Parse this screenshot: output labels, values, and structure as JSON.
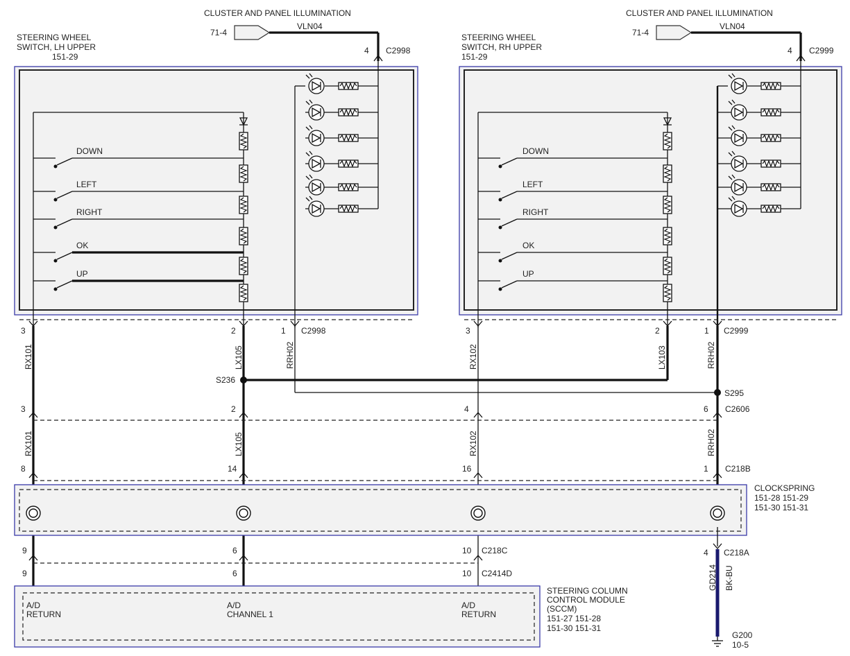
{
  "top_labels": {
    "lh_title": "CLUSTER AND PANEL ILLUMINATION",
    "rh_title": "CLUSTER AND PANEL ILLUMINATION",
    "lh_ref": "71-4",
    "rh_ref": "71-4",
    "lh_wire": "VLN04",
    "rh_wire": "VLN04",
    "lh_pin": "4",
    "rh_pin": "4",
    "lh_conn": "C2998",
    "rh_conn": "C2999"
  },
  "lh_switch": {
    "line1": "STEERING WHEEL",
    "line2": "SWITCH, LH UPPER",
    "ref": "151-29",
    "buttons": [
      "DOWN",
      "LEFT",
      "RIGHT",
      "OK",
      "UP"
    ]
  },
  "rh_switch": {
    "line1": "STEERING WHEEL",
    "line2": "SWITCH, RH UPPER",
    "ref": "151-29",
    "buttons": [
      "DOWN",
      "LEFT",
      "RIGHT",
      "OK",
      "UP"
    ]
  },
  "switch_pins": {
    "lh_3": "3",
    "lh_2": "2",
    "lh_1": "1",
    "lh_conn": "C2998",
    "rh_3": "3",
    "rh_2": "2",
    "rh_1": "1",
    "rh_conn": "C2999"
  },
  "wires_upper": {
    "rx101": "RX101",
    "lx105": "LX105",
    "rrh02_l": "RRH02",
    "rx102": "RX102",
    "lx103": "LX103",
    "rrh02_r": "RRH02"
  },
  "splices": {
    "s236": "S236",
    "s295": "S295"
  },
  "c2606": {
    "p3": "3",
    "p2": "2",
    "p4": "4",
    "p6": "6",
    "label": "C2606"
  },
  "wires_mid": {
    "rx101": "RX101",
    "lx105": "LX105",
    "rx102": "RX102",
    "rrh02": "RRH02"
  },
  "c218b": {
    "p8": "8",
    "p14": "14",
    "p16": "16",
    "p1": "1",
    "label": "C218B"
  },
  "clockspring": {
    "title": "CLOCKSPRING",
    "refs1": "151-28  151-29",
    "refs2": "151-30  151-31"
  },
  "c218c": {
    "p9": "9",
    "p6": "6",
    "p10": "10",
    "label": "C218C"
  },
  "c2414d": {
    "p9": "9",
    "p6": "6",
    "p10": "10",
    "label": "C2414D"
  },
  "c218a": {
    "p4": "4",
    "label": "C218A"
  },
  "ground": {
    "wire": "GD214",
    "color": "BK-BU",
    "name": "G200",
    "ref": "10-5"
  },
  "sccm": {
    "line1": "STEERING COLUMN",
    "line2": "CONTROL MODULE",
    "line3": "(SCCM)",
    "refs1": "151-27  151-28",
    "refs2": "151-30  151-31",
    "pin1_a": "A/D",
    "pin1_b": "RETURN",
    "pin2_a": "A/D",
    "pin2_b": "CHANNEL 1",
    "pin3_a": "A/D",
    "pin3_b": "RETURN"
  }
}
